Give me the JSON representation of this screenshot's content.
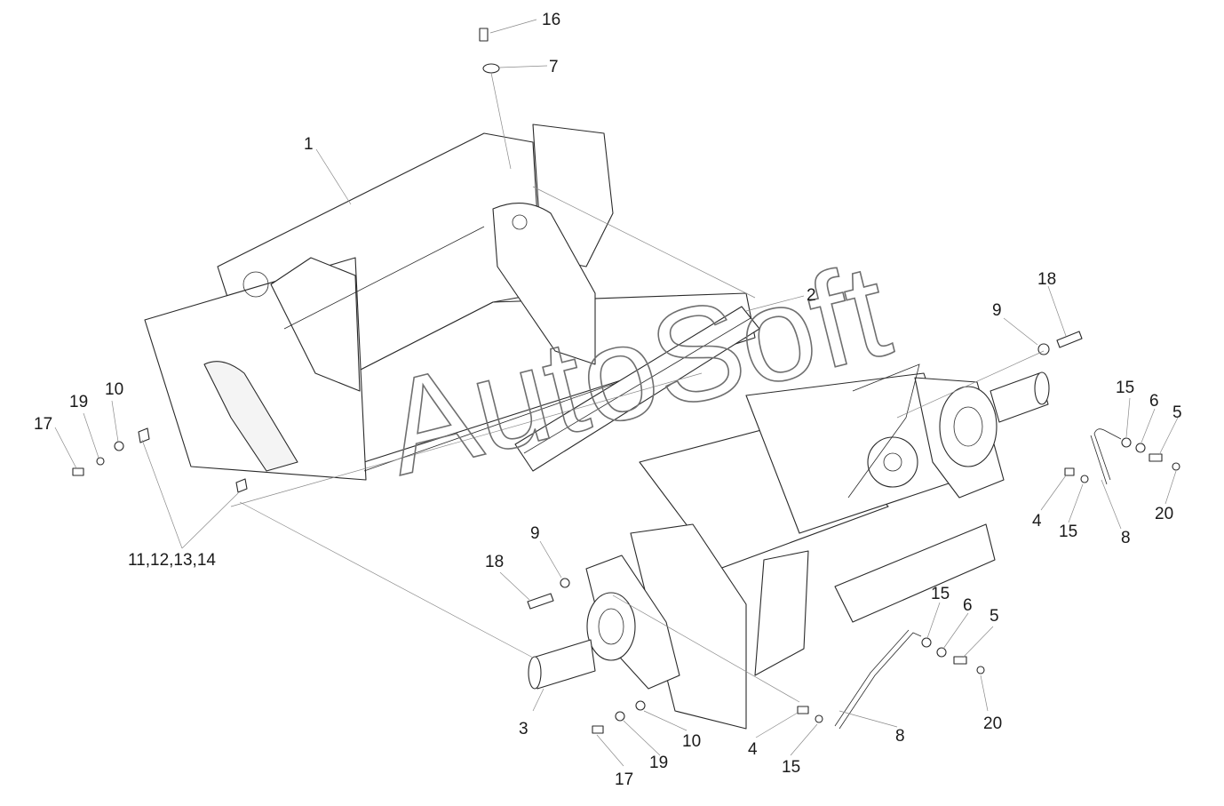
{
  "watermark": "AutoSoft",
  "labels": {
    "l16": "16",
    "l7": "7",
    "l1": "1",
    "l2": "2",
    "l18a": "18",
    "l9a": "9",
    "l15a": "15",
    "l6a": "6",
    "l5a": "5",
    "l20a": "20",
    "l4a": "4",
    "l15b": "15",
    "l8a": "8",
    "l17a": "17",
    "l19a": "19",
    "l10a": "10",
    "l11": "11,12,13,14",
    "l9b": "9",
    "l18b": "18",
    "l3": "3",
    "l15c": "15",
    "l6b": "6",
    "l5b": "5",
    "l20b": "20",
    "l10b": "10",
    "l19b": "19",
    "l17b": "17",
    "l4b": "4",
    "l15d": "15",
    "l8b": "8"
  }
}
